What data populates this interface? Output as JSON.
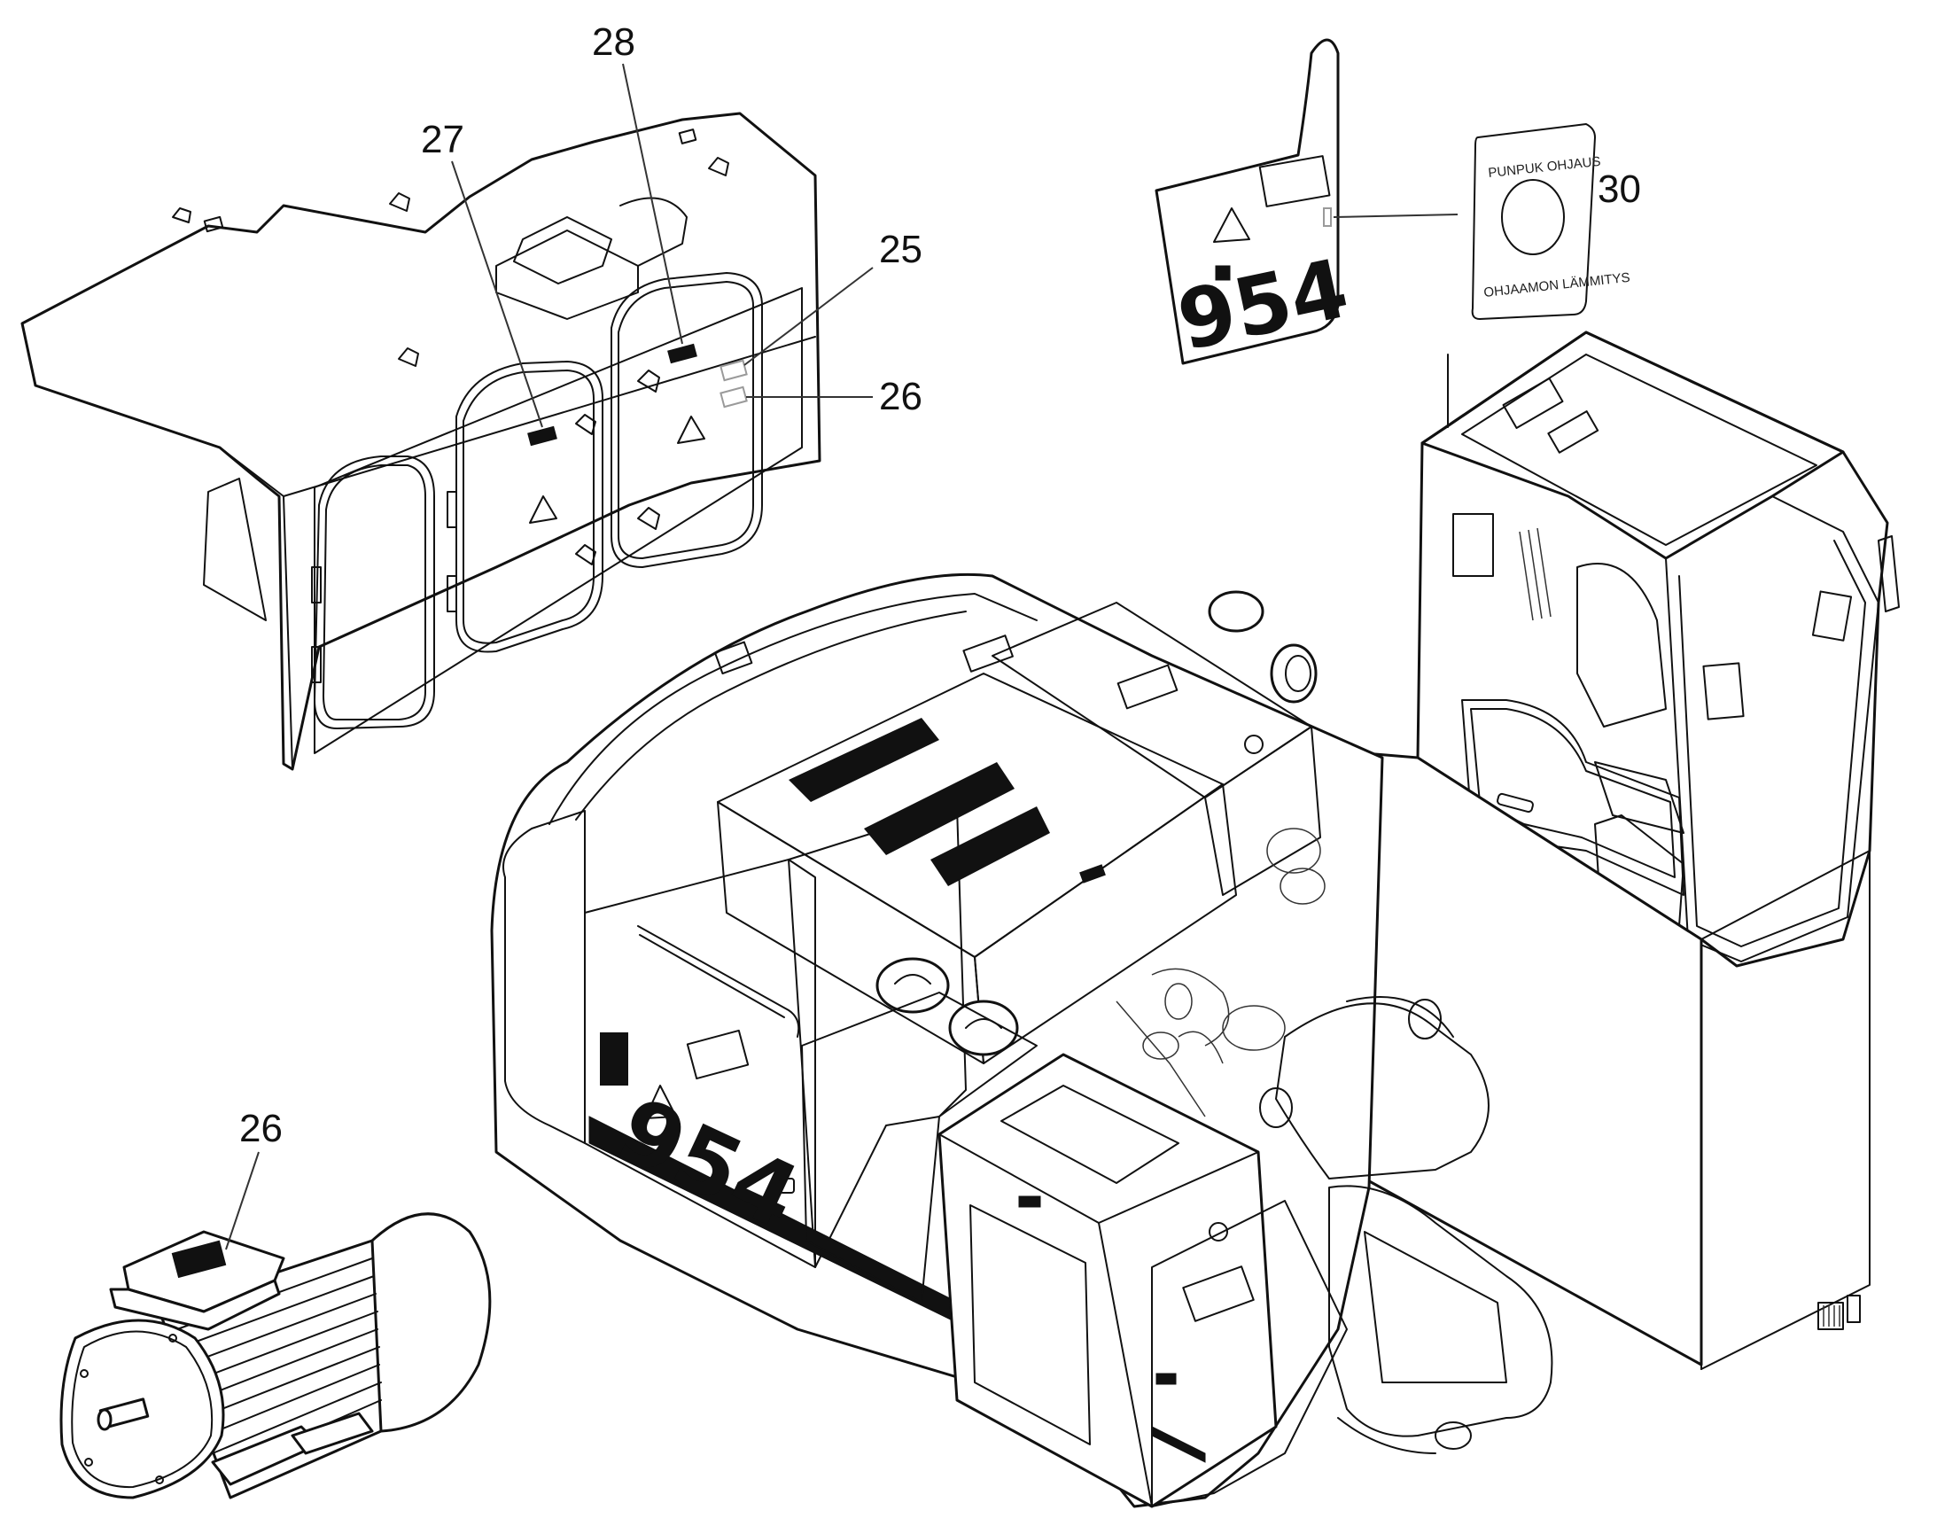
{
  "callouts": {
    "c25": "25",
    "c26_cover": "26",
    "c26_motor": "26",
    "c27": "27",
    "c28": "28",
    "c30": "30"
  },
  "decal_30": {
    "top_text": "PUNPUK OHJAUS",
    "bottom_text": "OHJAAMON LÄMMITYS"
  },
  "brand": {
    "model": "954"
  }
}
